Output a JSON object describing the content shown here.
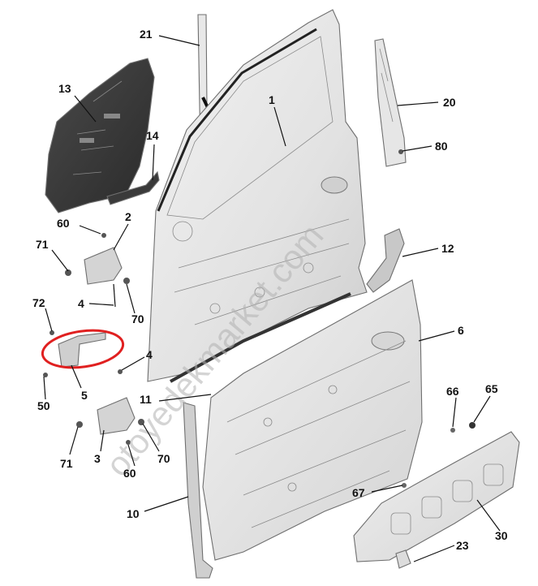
{
  "watermark": "otoyedekmarket.com",
  "highlight_color": "#e02020",
  "callouts": {
    "c21": "21",
    "c13": "13",
    "c1": "1",
    "c20": "20",
    "c14": "14",
    "c80": "80",
    "c60a": "60",
    "c2": "2",
    "c71a": "71",
    "c12": "12",
    "c4a": "4",
    "c70a": "70",
    "c72": "72",
    "c6": "6",
    "c4b": "4",
    "c50": "50",
    "c5": "5",
    "c11": "11",
    "c66": "66",
    "c65": "65",
    "c3": "3",
    "c70b": "70",
    "c71b": "71",
    "c60b": "60",
    "c67": "67",
    "c10": "10",
    "c30": "30",
    "c23": "23"
  }
}
